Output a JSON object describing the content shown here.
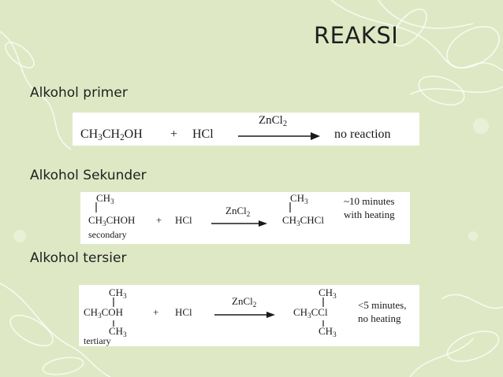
{
  "slide": {
    "title": "REAKSI"
  },
  "sections": [
    {
      "label": "Alkohol primer",
      "reactant": "CH3CH2OH",
      "plus": "+",
      "reagent": "HCl",
      "catalyst": "ZnCl2",
      "product": "no reaction"
    },
    {
      "label": "Alkohol Sekunder",
      "reactant_top": "CH3",
      "reactant_main": "CH3CHOH",
      "reactant_type": "secondary",
      "plus": "+",
      "reagent": "HCl",
      "catalyst": "ZnCl2",
      "product_top": "CH3",
      "product_main": "CH3CHCl",
      "condition_line1": "~10 minutes",
      "condition_line2": "with heating"
    },
    {
      "label": "Alkohol tersier",
      "reactant_top": "CH3",
      "reactant_main": "CH3COH",
      "reactant_bottom": "CH3",
      "reactant_type": "tertiary",
      "plus": "+",
      "reagent": "HCl",
      "catalyst": "ZnCl2",
      "product_top": "CH3",
      "product_main": "CH3CCl",
      "product_bottom": "CH3",
      "condition_line1": "<5 minutes,",
      "condition_line2": "no heating"
    }
  ],
  "colors": {
    "background": "#dfe8c4",
    "ornament": "#ffffff",
    "text": "#1f1f1f"
  }
}
